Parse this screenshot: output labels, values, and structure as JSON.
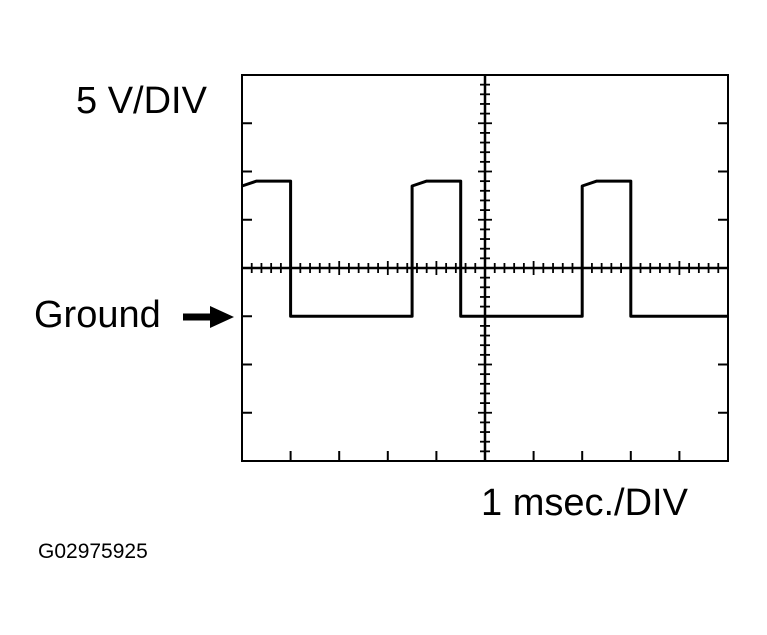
{
  "labels": {
    "voltage_scale": "5 V/DIV",
    "ground": "Ground",
    "time_scale": "1 msec./DIV",
    "figure_id": "G02975925"
  },
  "scope": {
    "volts_per_div": 5,
    "ms_per_div": 1,
    "h_divisions": 10,
    "v_divisions": 8,
    "ground_offset_div": -1,
    "waveform_points": [
      [
        0.0,
        1.7
      ],
      [
        0.3,
        1.8
      ],
      [
        1.0,
        1.8
      ],
      [
        1.0,
        -1.0
      ],
      [
        3.5,
        -1.0
      ],
      [
        3.5,
        1.7
      ],
      [
        3.8,
        1.8
      ],
      [
        4.5,
        1.8
      ],
      [
        4.5,
        -1.0
      ],
      [
        7.0,
        -1.0
      ],
      [
        7.0,
        1.7
      ],
      [
        7.3,
        1.8
      ],
      [
        8.0,
        1.8
      ],
      [
        8.0,
        -1.0
      ],
      [
        10.0,
        -1.0
      ]
    ]
  }
}
